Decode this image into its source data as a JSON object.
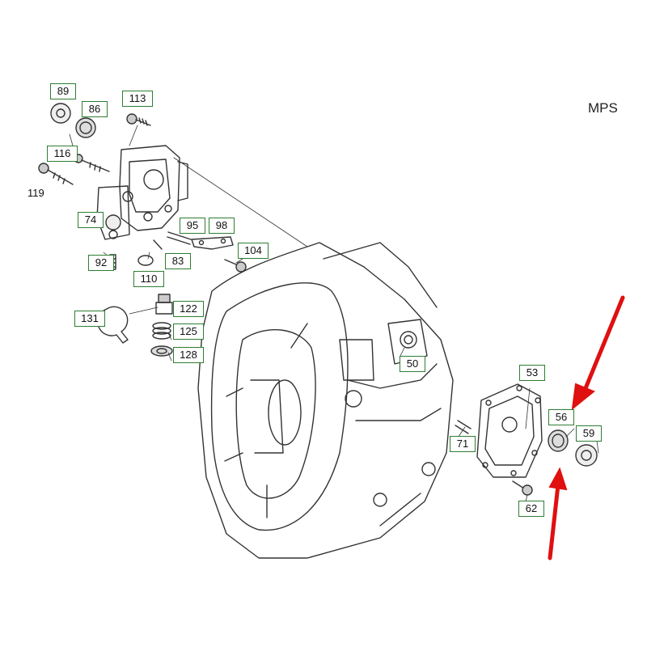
{
  "corner_label": "MPS",
  "part_labels": [
    {
      "id": "89",
      "boxed": true
    },
    {
      "id": "86",
      "boxed": true
    },
    {
      "id": "113",
      "boxed": true
    },
    {
      "id": "116",
      "boxed": true
    },
    {
      "id": "119",
      "boxed": false
    },
    {
      "id": "74",
      "boxed": true
    },
    {
      "id": "95",
      "boxed": true
    },
    {
      "id": "98",
      "boxed": true
    },
    {
      "id": "104",
      "boxed": true
    },
    {
      "id": "92",
      "boxed": true
    },
    {
      "id": "83",
      "boxed": true
    },
    {
      "id": "110",
      "boxed": true
    },
    {
      "id": "122",
      "boxed": true
    },
    {
      "id": "131",
      "boxed": true
    },
    {
      "id": "125",
      "boxed": true
    },
    {
      "id": "128",
      "boxed": true
    },
    {
      "id": "50",
      "boxed": true
    },
    {
      "id": "53",
      "boxed": true
    },
    {
      "id": "56",
      "boxed": true
    },
    {
      "id": "59",
      "boxed": true
    },
    {
      "id": "71",
      "boxed": true
    },
    {
      "id": "62",
      "boxed": true
    }
  ],
  "colors": {
    "label_box_border": "#2e7d32",
    "arrow": "#e01010",
    "line_art": "#333333"
  }
}
